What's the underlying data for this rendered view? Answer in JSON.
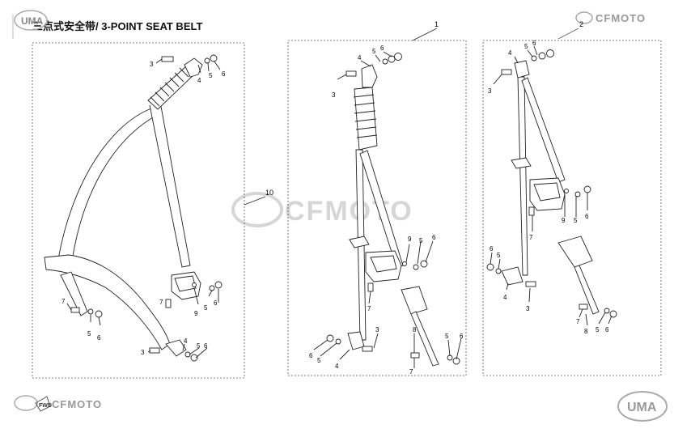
{
  "header": {
    "title": "三点式安全带/ 3-POINT SEAT BELT",
    "brand_top_right": "CFMOTO",
    "brand_top_left": "UMA"
  },
  "watermark": {
    "text": "CFMOTO"
  },
  "footer": {
    "brand_bottom_left": "CFMOTO",
    "fwd_label": "FWD",
    "brand_bottom_right": "UMA"
  },
  "callouts": {
    "assembly_1": "1",
    "assembly_2": "2",
    "assembly_10": "10",
    "left": [
      "3",
      "4",
      "5",
      "6",
      "7",
      "9",
      "5",
      "6",
      "7",
      "5",
      "6",
      "3",
      "4",
      "5",
      "6"
    ],
    "middle": [
      "4",
      "5",
      "6",
      "3",
      "9",
      "6",
      "5",
      "7",
      "6",
      "5",
      "4",
      "3",
      "8",
      "7",
      "5",
      "6"
    ],
    "right": [
      "6",
      "5",
      "4",
      "3",
      "9",
      "5",
      "6",
      "7",
      "6",
      "5",
      "4",
      "3",
      "7",
      "8",
      "5",
      "6"
    ]
  },
  "colors": {
    "line": "#222222",
    "panel": "#555555",
    "watermark": "#d6d6d6",
    "brand": "#9a9a9a"
  }
}
